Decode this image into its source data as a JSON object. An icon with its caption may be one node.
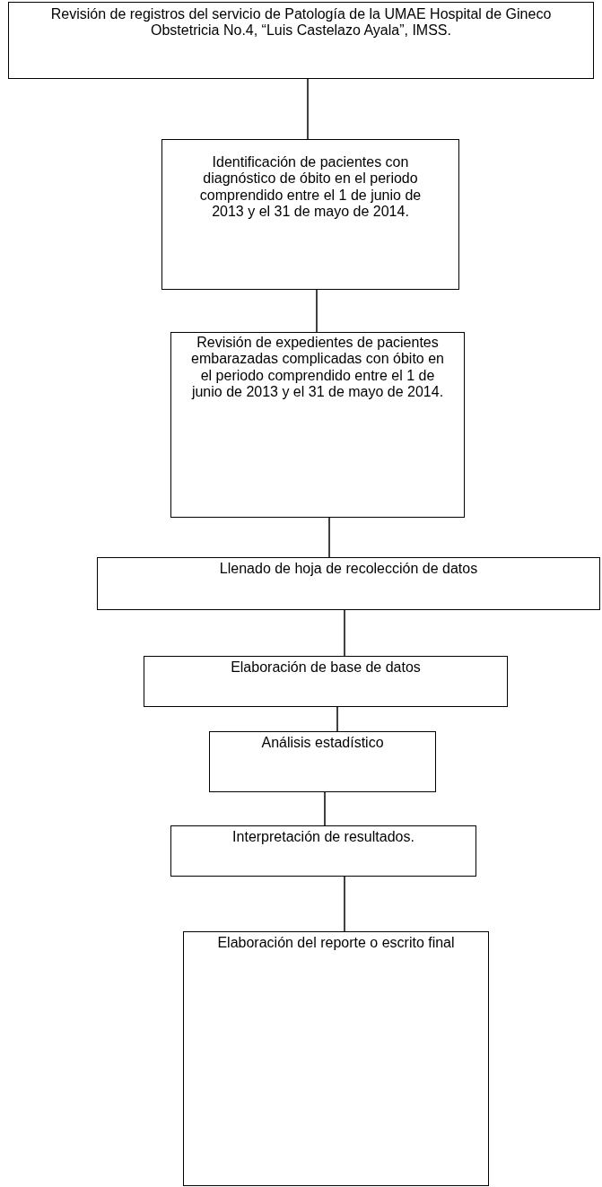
{
  "diagram": {
    "nodes": [
      {
        "text": [
          "Revisión de registros del servicio de Patología de la UMAE Hospital de Gineco Obstetricia No.4, “Luis Castelazo Ayala”, IMSS."
        ]
      },
      {
        "text": [
          "Identificación de pacientes con diagnóstico de óbito en el periodo comprendido entre el 1 de junio de 2013 y el 31 de mayo de 2014."
        ]
      },
      {
        "text": [
          "Revisión de expedientes de pacientes embarazadas complicadas con óbito en el periodo comprendido entre el 1 de junio de 2013 y el 31 de mayo de 2014."
        ]
      },
      {
        "text": [
          "Llenado de hoja de recolección de datos"
        ]
      },
      {
        "text": [
          "Elaboración de base de datos"
        ]
      },
      {
        "text": [
          "Análisis estadístico"
        ]
      },
      {
        "text": [
          "Interpretación de resultados."
        ]
      },
      {
        "text": [
          "Elaboración del reporte o escrito final"
        ]
      }
    ],
    "edges": [
      {
        "from": 0,
        "to": 1,
        "arrow": "none"
      },
      {
        "from": 1,
        "to": 2,
        "arrow": "none"
      },
      {
        "from": 2,
        "to": 3,
        "arrow": "none"
      },
      {
        "from": 3,
        "to": 4,
        "arrow": "none"
      },
      {
        "from": 4,
        "to": 5,
        "arrow": "none"
      },
      {
        "from": 5,
        "to": 6,
        "arrow": "none"
      },
      {
        "from": 6,
        "to": 7,
        "arrow": "none"
      }
    ]
  }
}
